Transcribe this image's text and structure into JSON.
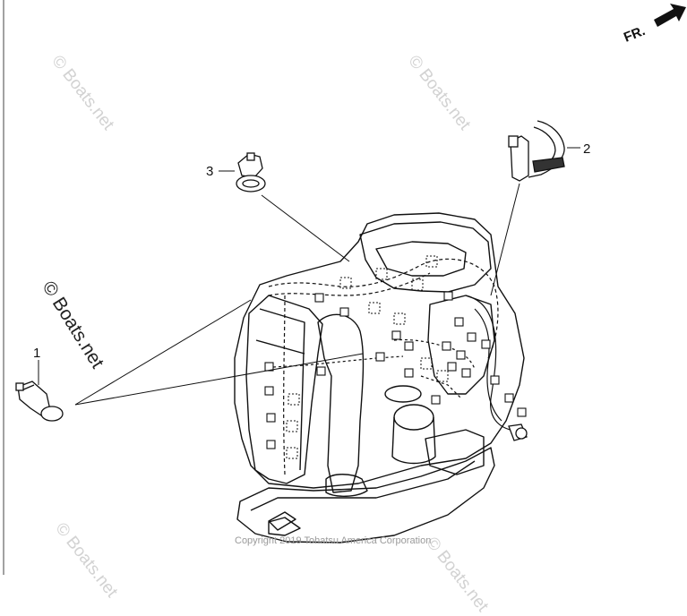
{
  "diagram": {
    "callouts": [
      "1",
      "2",
      "3"
    ],
    "watermark_text": "© Boats.net",
    "copyright": "Copyright 2019 Tohatsu America Corporation",
    "direction_label": "FR."
  }
}
